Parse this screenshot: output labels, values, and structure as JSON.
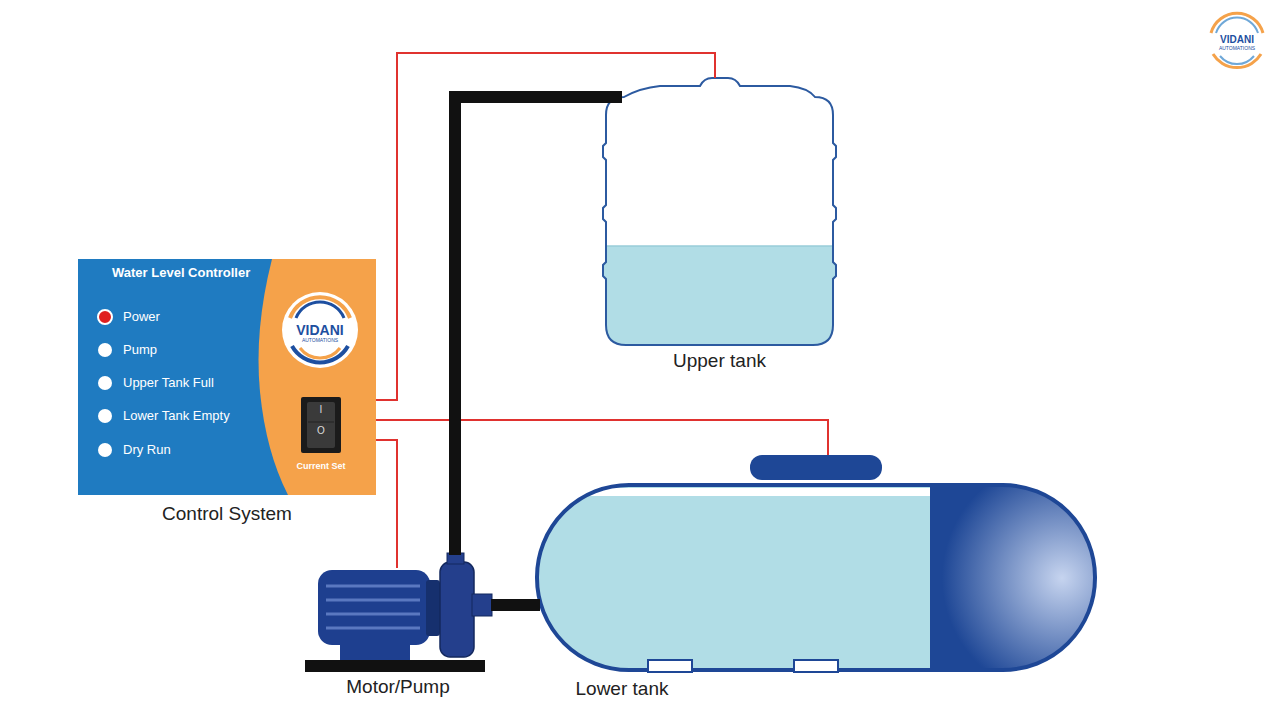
{
  "diagram": {
    "nodes": [
      {
        "text": [
          "Water Level Controller",
          "Power",
          "Pump",
          "Upper Tank Full",
          "Lower Tank Empty",
          "Dry Run",
          "Current Set",
          "Control System"
        ]
      },
      {
        "text": [
          "Upper tank"
        ]
      },
      {
        "text": [
          "Motor/Pump"
        ]
      },
      {
        "text": [
          "Lower tank"
        ]
      }
    ],
    "edges": [
      {
        "from": 0,
        "to": 1,
        "arrow": "none"
      },
      {
        "from": 0,
        "to": 3,
        "arrow": "none"
      },
      {
        "from": 0,
        "to": 2,
        "arrow": "none"
      },
      {
        "from": 2,
        "to": 1,
        "arrow": "none"
      },
      {
        "from": 3,
        "to": 2,
        "arrow": "none"
      }
    ],
    "labels": [
      "VIDANI",
      "AUTOMATIONS",
      "I",
      "O",
      "VIDANI",
      "AUTOMATIONS"
    ]
  }
}
